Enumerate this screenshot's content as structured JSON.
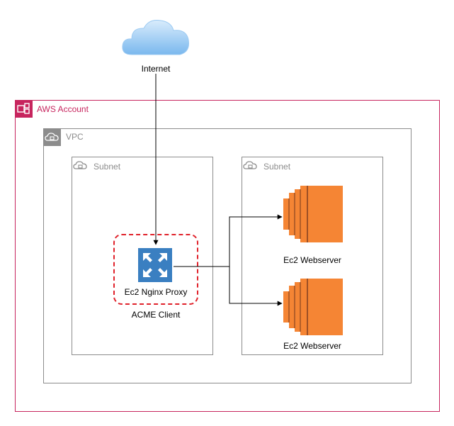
{
  "internet": {
    "label": "Internet",
    "color": "#1b8ff2"
  },
  "aws_account": {
    "label": "AWS Account",
    "color": "#c7255e"
  },
  "vpc": {
    "label": "VPC",
    "color": "#8c8c8c"
  },
  "subnet_left": {
    "label": "Subnet",
    "color": "#8c8c8c"
  },
  "subnet_right": {
    "label": "Subnet",
    "color": "#8c8c8c"
  },
  "proxy": {
    "label": "Ec2 Nginx Proxy",
    "group_label": "ACME Client",
    "icon": "elastic-load-balancer-icon",
    "color": "#3a7fc1",
    "group_border_color": "#e0212a"
  },
  "webserver_top": {
    "label": "Ec2 Webserver",
    "icon": "ec2-instance-icon",
    "color": "#f58534"
  },
  "webserver_bottom": {
    "label": "Ec2 Webserver",
    "icon": "ec2-instance-icon",
    "color": "#f58534"
  }
}
